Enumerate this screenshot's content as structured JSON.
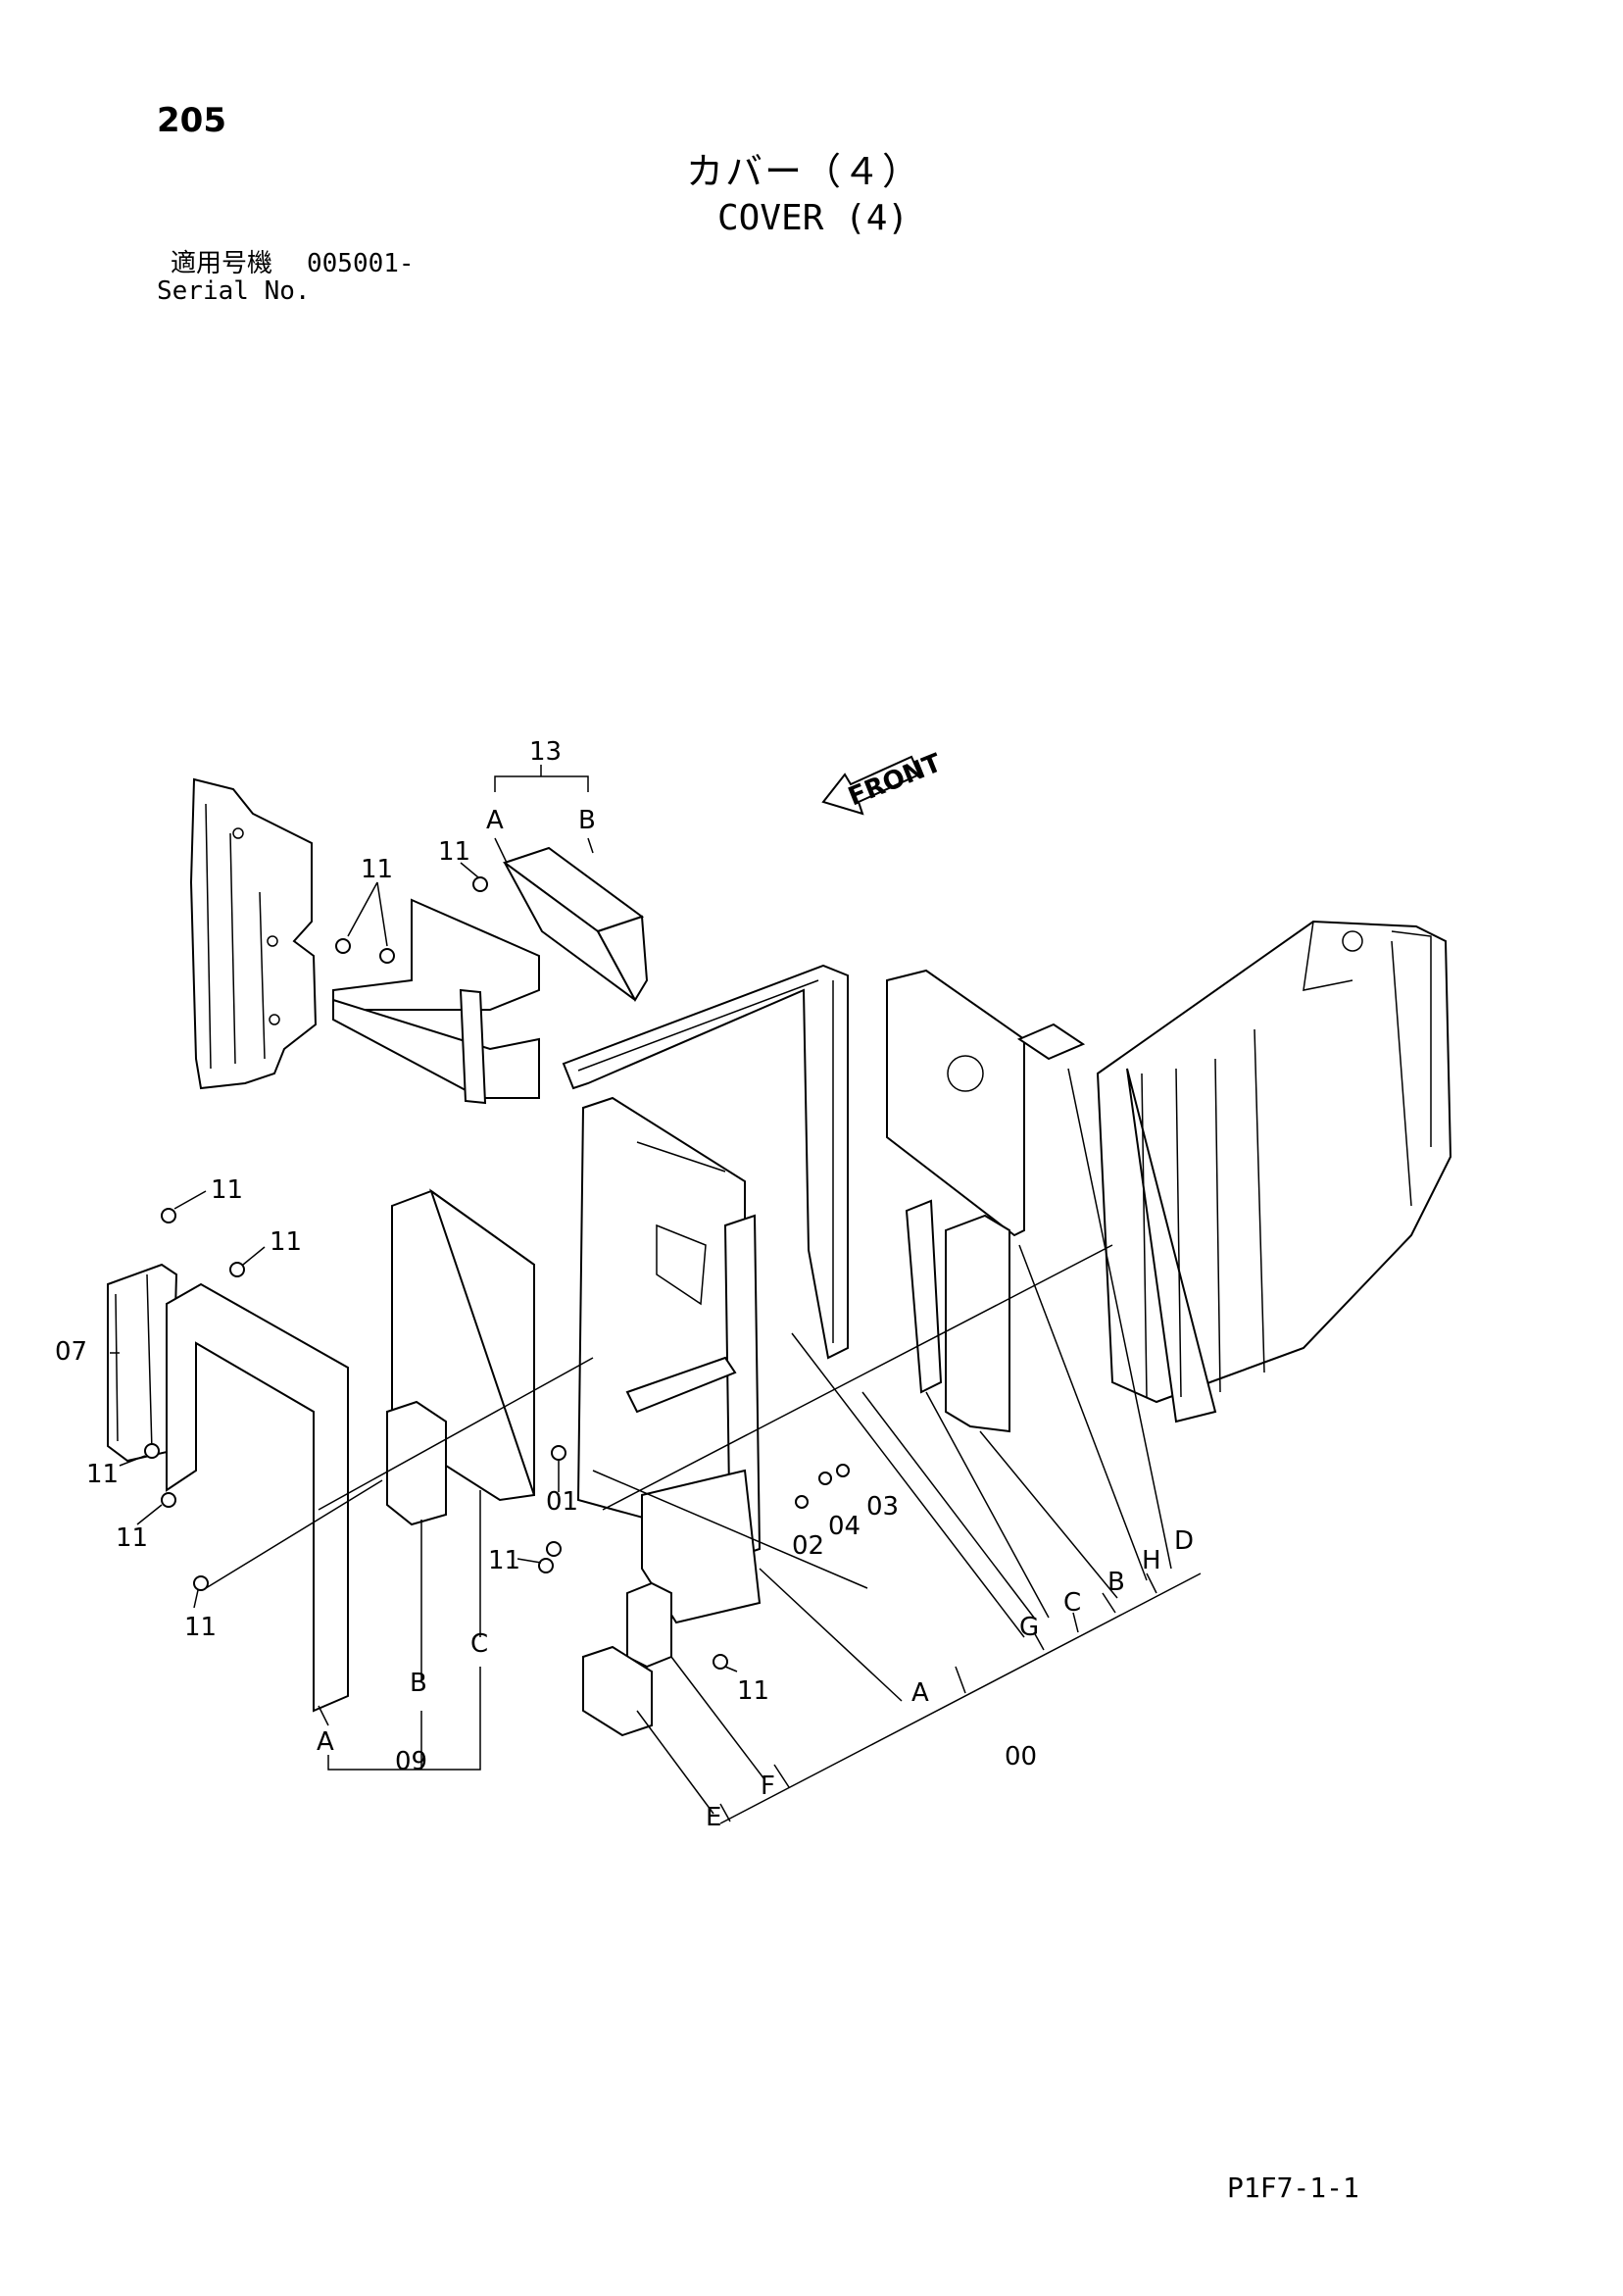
{
  "header": {
    "page_number": "205",
    "title_jp": "カバー（４）",
    "title_en": "COVER (4)",
    "serial_label_jp": "適用号機",
    "serial_value": "005001-",
    "serial_label_en": "Serial No."
  },
  "footer": {
    "drawing_code": "P1F7-1-1"
  },
  "diagram": {
    "front_label": "FRONT",
    "callouts": {
      "c13": "13",
      "c13a": "A",
      "c13b": "B",
      "c11_a": "11",
      "c11_b": "11",
      "c11_c": "11",
      "c11_d": "11",
      "c11_e": "11",
      "c11_f": "11",
      "c11_g": "11",
      "c11_h": "11",
      "c11_i": "11",
      "c07": "07",
      "c01": "01",
      "c02": "02",
      "c03": "03",
      "c04": "04",
      "c09": "09",
      "c09a": "A",
      "c09b": "B",
      "c09c": "C",
      "c00": "00",
      "c00a": "A",
      "c00b": "B",
      "c00c": "C",
      "c00d": "D",
      "c00e": "E",
      "c00f": "F",
      "c00g": "G",
      "c00h": "H"
    }
  }
}
